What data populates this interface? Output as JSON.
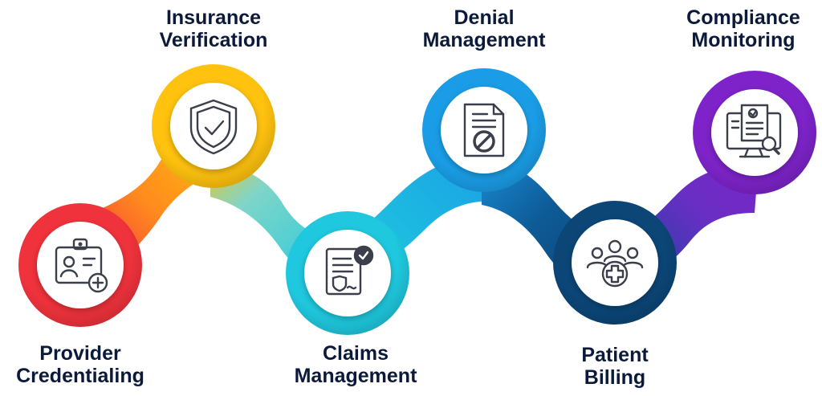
{
  "steps": [
    {
      "id": "provider-credentialing",
      "label_line1": "Provider",
      "label_line2": "Credentialing",
      "icon": "id-badge-plus-icon",
      "color": "#f0323c"
    },
    {
      "id": "insurance-verification",
      "label_line1": "Insurance",
      "label_line2": "Verification",
      "icon": "shield-check-icon",
      "color": "#ffc20e"
    },
    {
      "id": "claims-management",
      "label_line1": "Claims",
      "label_line2": "Management",
      "icon": "claim-document-check-icon",
      "color": "#1fc8de"
    },
    {
      "id": "denial-management",
      "label_line1": "Denial",
      "label_line2": "Management",
      "icon": "document-denied-icon",
      "color": "#1a9de6"
    },
    {
      "id": "patient-billing",
      "label_line1": "Patient",
      "label_line2": "Billing",
      "icon": "patients-medical-icon",
      "color": "#0b4677"
    },
    {
      "id": "compliance-monitoring",
      "label_line1": "Compliance",
      "label_line2": "Monitoring",
      "icon": "monitor-audit-icon",
      "color": "#7d23c9"
    }
  ]
}
